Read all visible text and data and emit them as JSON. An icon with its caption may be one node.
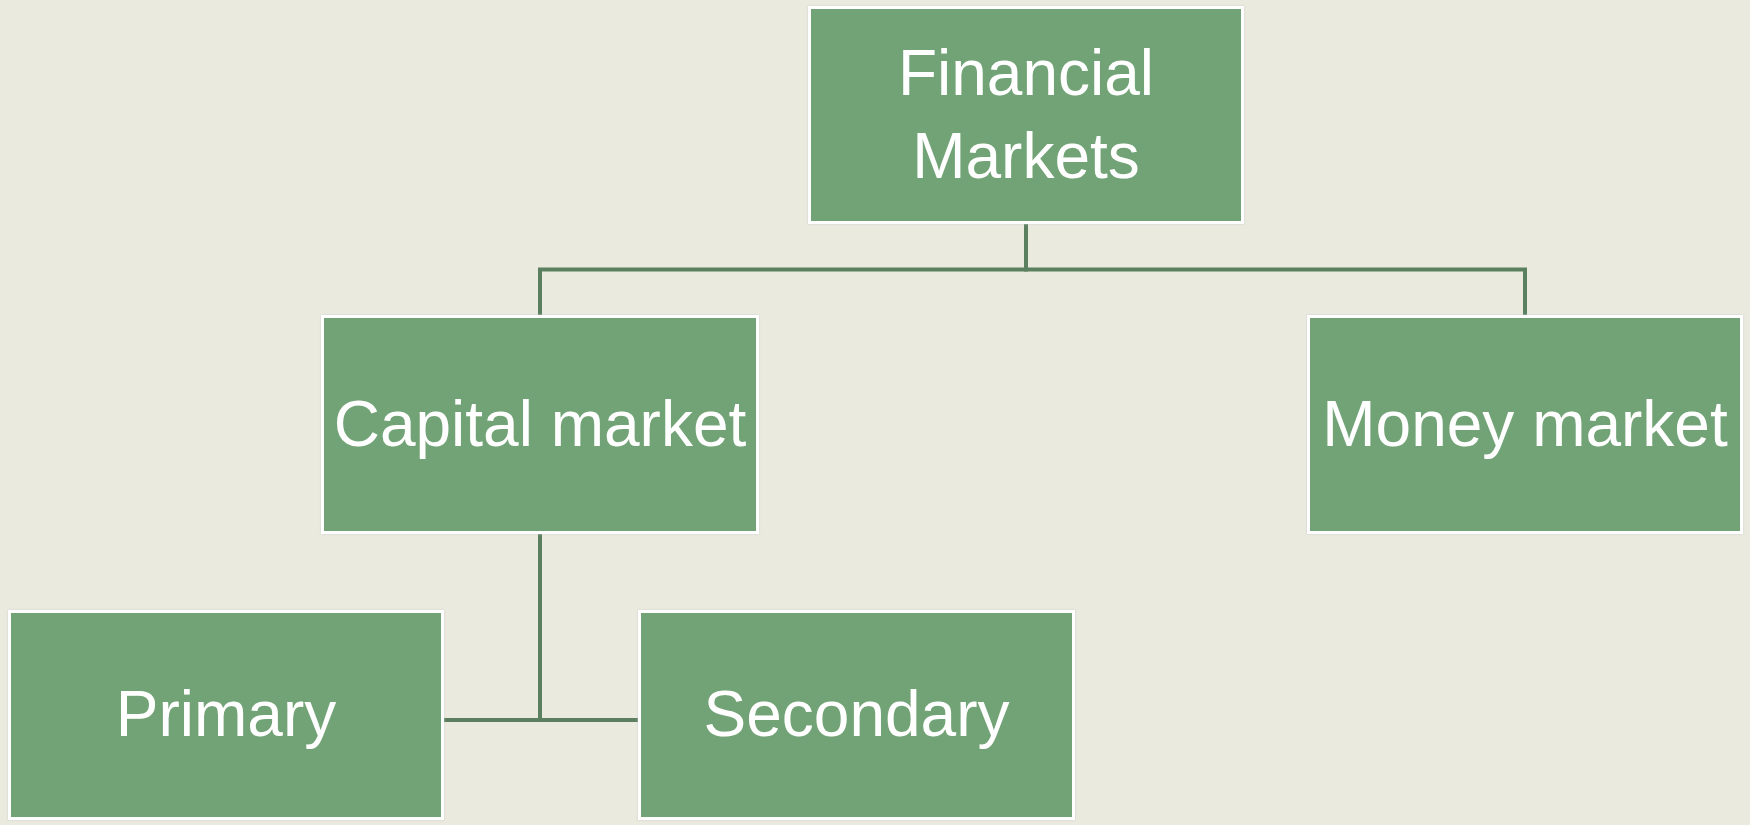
{
  "diagram": {
    "nodes": [
      {
        "text": [
          "Financial Markets"
        ]
      },
      {
        "text": [
          "Capital market"
        ]
      },
      {
        "text": [
          "Money market"
        ]
      },
      {
        "text": [
          "Primary"
        ]
      },
      {
        "text": [
          "Secondary"
        ]
      }
    ],
    "edges": [
      {
        "from": 0,
        "to": 1,
        "arrow": "none"
      },
      {
        "from": 0,
        "to": 2,
        "arrow": "none"
      },
      {
        "from": 1,
        "to": 3,
        "arrow": "none"
      },
      {
        "from": 1,
        "to": 4,
        "arrow": "none"
      }
    ]
  }
}
